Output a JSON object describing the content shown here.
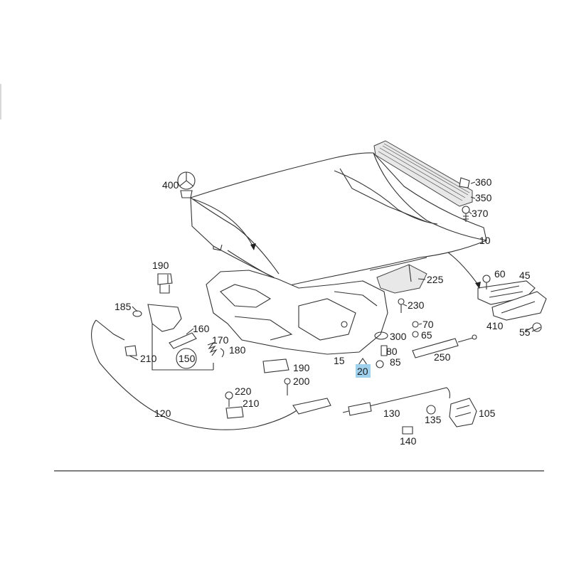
{
  "diagram": {
    "highlight_color": "#9fd0ec",
    "callouts": [
      {
        "id": "c400",
        "text": "400"
      },
      {
        "id": "c360",
        "text": "360"
      },
      {
        "id": "c350",
        "text": "350"
      },
      {
        "id": "c370",
        "text": "370"
      },
      {
        "id": "c10",
        "text": "10"
      },
      {
        "id": "c190a",
        "text": "190"
      },
      {
        "id": "c225",
        "text": "225"
      },
      {
        "id": "c60",
        "text": "60"
      },
      {
        "id": "c45",
        "text": "45"
      },
      {
        "id": "c185",
        "text": "185"
      },
      {
        "id": "c230",
        "text": "230"
      },
      {
        "id": "c160",
        "text": "160"
      },
      {
        "id": "c70",
        "text": "70"
      },
      {
        "id": "c300",
        "text": "300"
      },
      {
        "id": "c65",
        "text": "65"
      },
      {
        "id": "c410",
        "text": "410"
      },
      {
        "id": "c55",
        "text": "55"
      },
      {
        "id": "c170",
        "text": "170"
      },
      {
        "id": "c180",
        "text": "180"
      },
      {
        "id": "c210a",
        "text": "210"
      },
      {
        "id": "c150",
        "text": "150"
      },
      {
        "id": "c80",
        "text": "80"
      },
      {
        "id": "c250",
        "text": "250"
      },
      {
        "id": "c15",
        "text": "15"
      },
      {
        "id": "c85",
        "text": "85"
      },
      {
        "id": "c190b",
        "text": "190"
      },
      {
        "id": "c20",
        "text": "20"
      },
      {
        "id": "c200",
        "text": "200"
      },
      {
        "id": "c220",
        "text": "220"
      },
      {
        "id": "c210b",
        "text": "210"
      },
      {
        "id": "c120",
        "text": "120"
      },
      {
        "id": "c130",
        "text": "130"
      },
      {
        "id": "c105",
        "text": "105"
      },
      {
        "id": "c135",
        "text": "135"
      },
      {
        "id": "c140",
        "text": "140"
      }
    ]
  }
}
